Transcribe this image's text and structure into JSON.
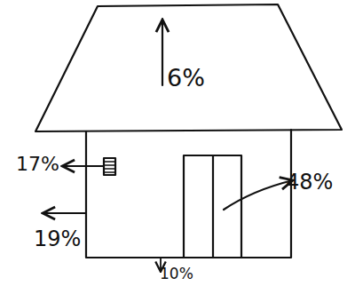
{
  "diagram": {
    "labels": [
      "6%",
      "17%",
      "48%",
      "19%",
      "10%"
    ]
  }
}
